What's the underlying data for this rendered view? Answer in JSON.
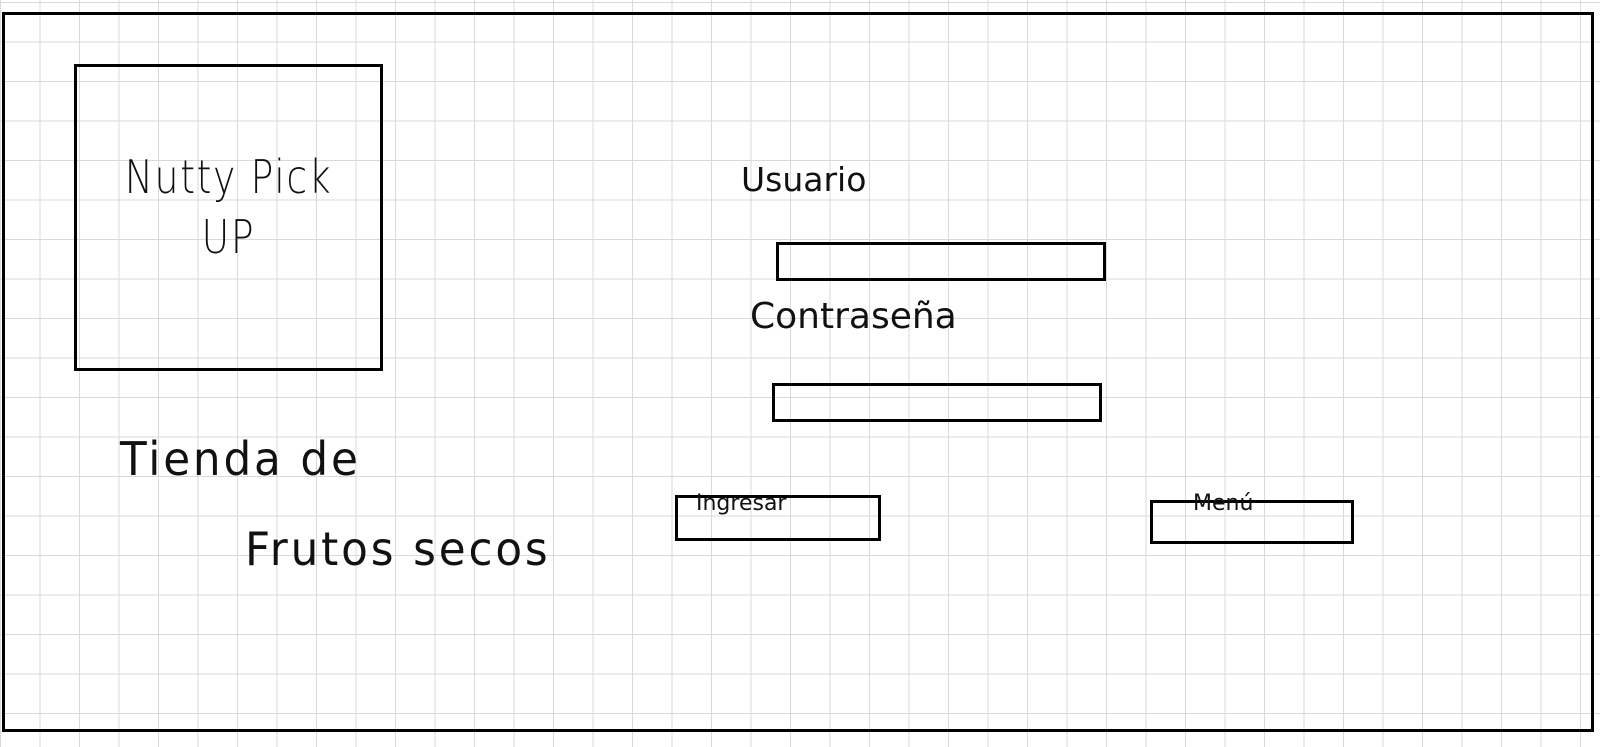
{
  "logo": {
    "line1": "Nutty Pick",
    "line2": "UP"
  },
  "tagline": {
    "line1": "Tienda de",
    "line2": "Frutos secos"
  },
  "login": {
    "user_label": "Usuario",
    "user_value": "",
    "password_label": "Contraseña",
    "password_value": ""
  },
  "buttons": {
    "login_label": "Ingresar",
    "menu_label": "Menú"
  },
  "colors": {
    "stroke": "#000000",
    "grid": "#d9d9d9",
    "background": "#ffffff"
  }
}
